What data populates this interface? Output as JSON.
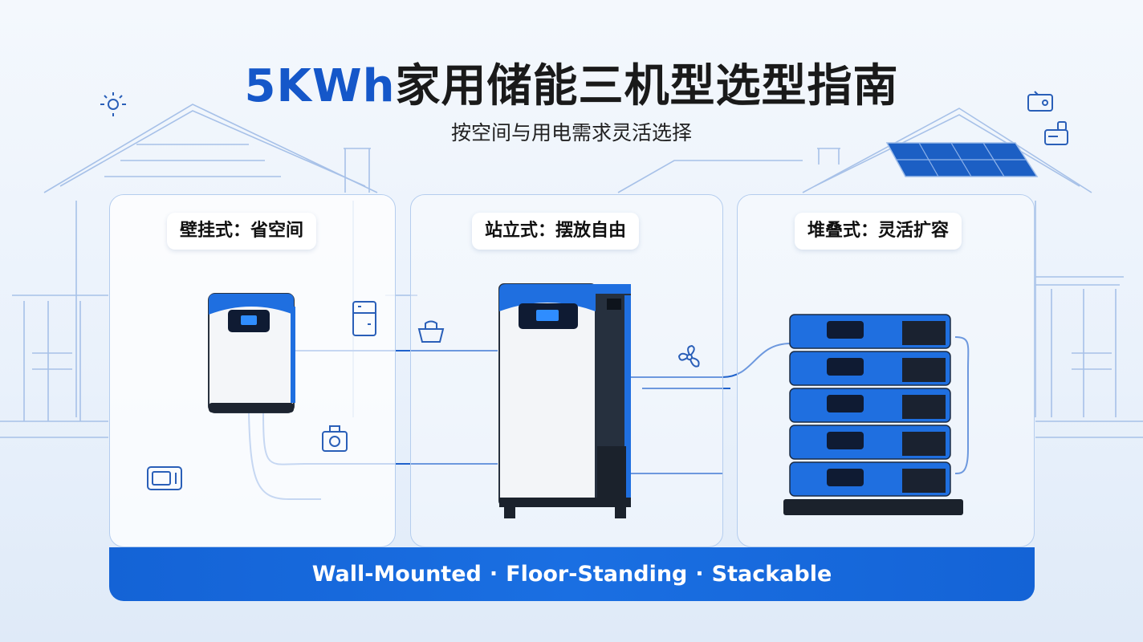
{
  "header": {
    "title_accent": "5KWh",
    "title_rest": "家用储能三机型选型指南",
    "subtitle": "按空间与用电需求灵活选择"
  },
  "panels": [
    {
      "label": "壁挂式：省空间"
    },
    {
      "label": "站立式：摆放自由"
    },
    {
      "label": "堆叠式：灵活扩容"
    }
  ],
  "footer": {
    "items": [
      "Wall-Mounted",
      "Floor-Standing",
      "Stackable"
    ],
    "separator": "·"
  },
  "colors": {
    "accent": "#1557c9",
    "device_blue": "#1f6fe0",
    "footer_blue": "#1463d6",
    "line_art": "#9db9e4"
  },
  "icons": [
    "sun-icon",
    "radio-icon",
    "kettle-icon",
    "microwave-icon",
    "camera-icon",
    "fridge-icon",
    "basket-icon",
    "fan-icon"
  ]
}
